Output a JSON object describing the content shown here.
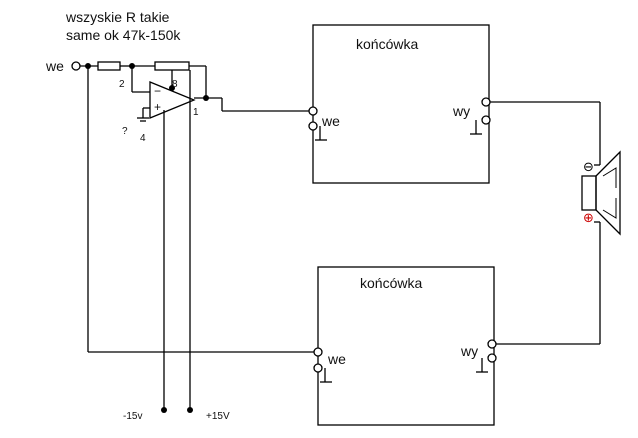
{
  "note": {
    "line1": "wszyskie R takie",
    "line2": "same ok 47k-150k"
  },
  "input_label": "we",
  "opamp": {
    "pin_inv": "2",
    "pin_supply": "8",
    "pin_out": "1",
    "pin_gnd": "4",
    "question": "?",
    "minus_sign": "−",
    "plus_sign": "+"
  },
  "amp_top": {
    "title": "końcówka",
    "in_label": "we",
    "out_label": "wy"
  },
  "amp_bottom": {
    "title": "końcówka",
    "in_label": "we",
    "out_label": "wy"
  },
  "supply": {
    "negative": "-15v",
    "positive": "+15V"
  },
  "speaker": {
    "minus": "⊖",
    "plus": "⊕",
    "minus_color": "#000000",
    "plus_color": "#cc0000"
  }
}
